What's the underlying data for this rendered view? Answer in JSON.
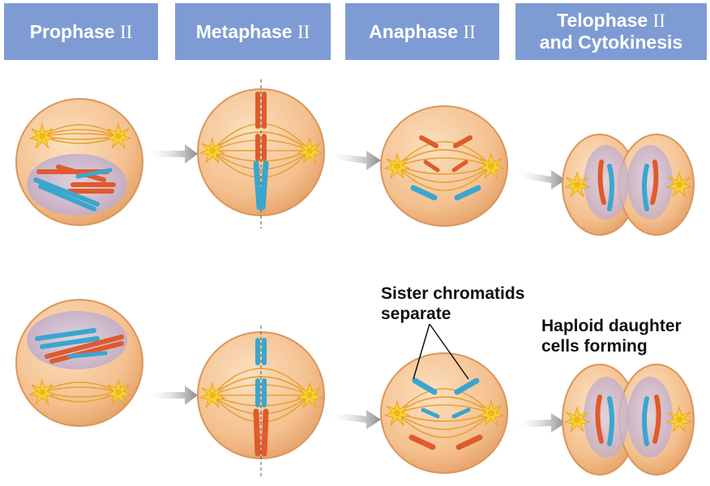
{
  "headers": [
    {
      "name": "Prophase",
      "numeral": "II"
    },
    {
      "name": "Metaphase",
      "numeral": "II"
    },
    {
      "name": "Anaphase",
      "numeral": "II"
    },
    {
      "name": "Telophase",
      "numeral": "II",
      "line2": "and Cytokinesis"
    }
  ],
  "annotations": {
    "sister_line1": "Sister chromatids",
    "sister_line2": "separate",
    "haploid_line1": "Haploid daughter",
    "haploid_line2": "cells forming"
  },
  "colors": {
    "header_bg": "#7e9bd3",
    "header_text": "#ffffff",
    "cell_fill": "#f4c08e",
    "cell_edge": "#d9965c",
    "spindle": "#e6a233",
    "centrosome": "#f7d232",
    "chromosome_red": "#e05a2c",
    "chromosome_blue": "#3aa6cf",
    "nucleus": "#b9a4c8",
    "arrow": "#909090"
  }
}
